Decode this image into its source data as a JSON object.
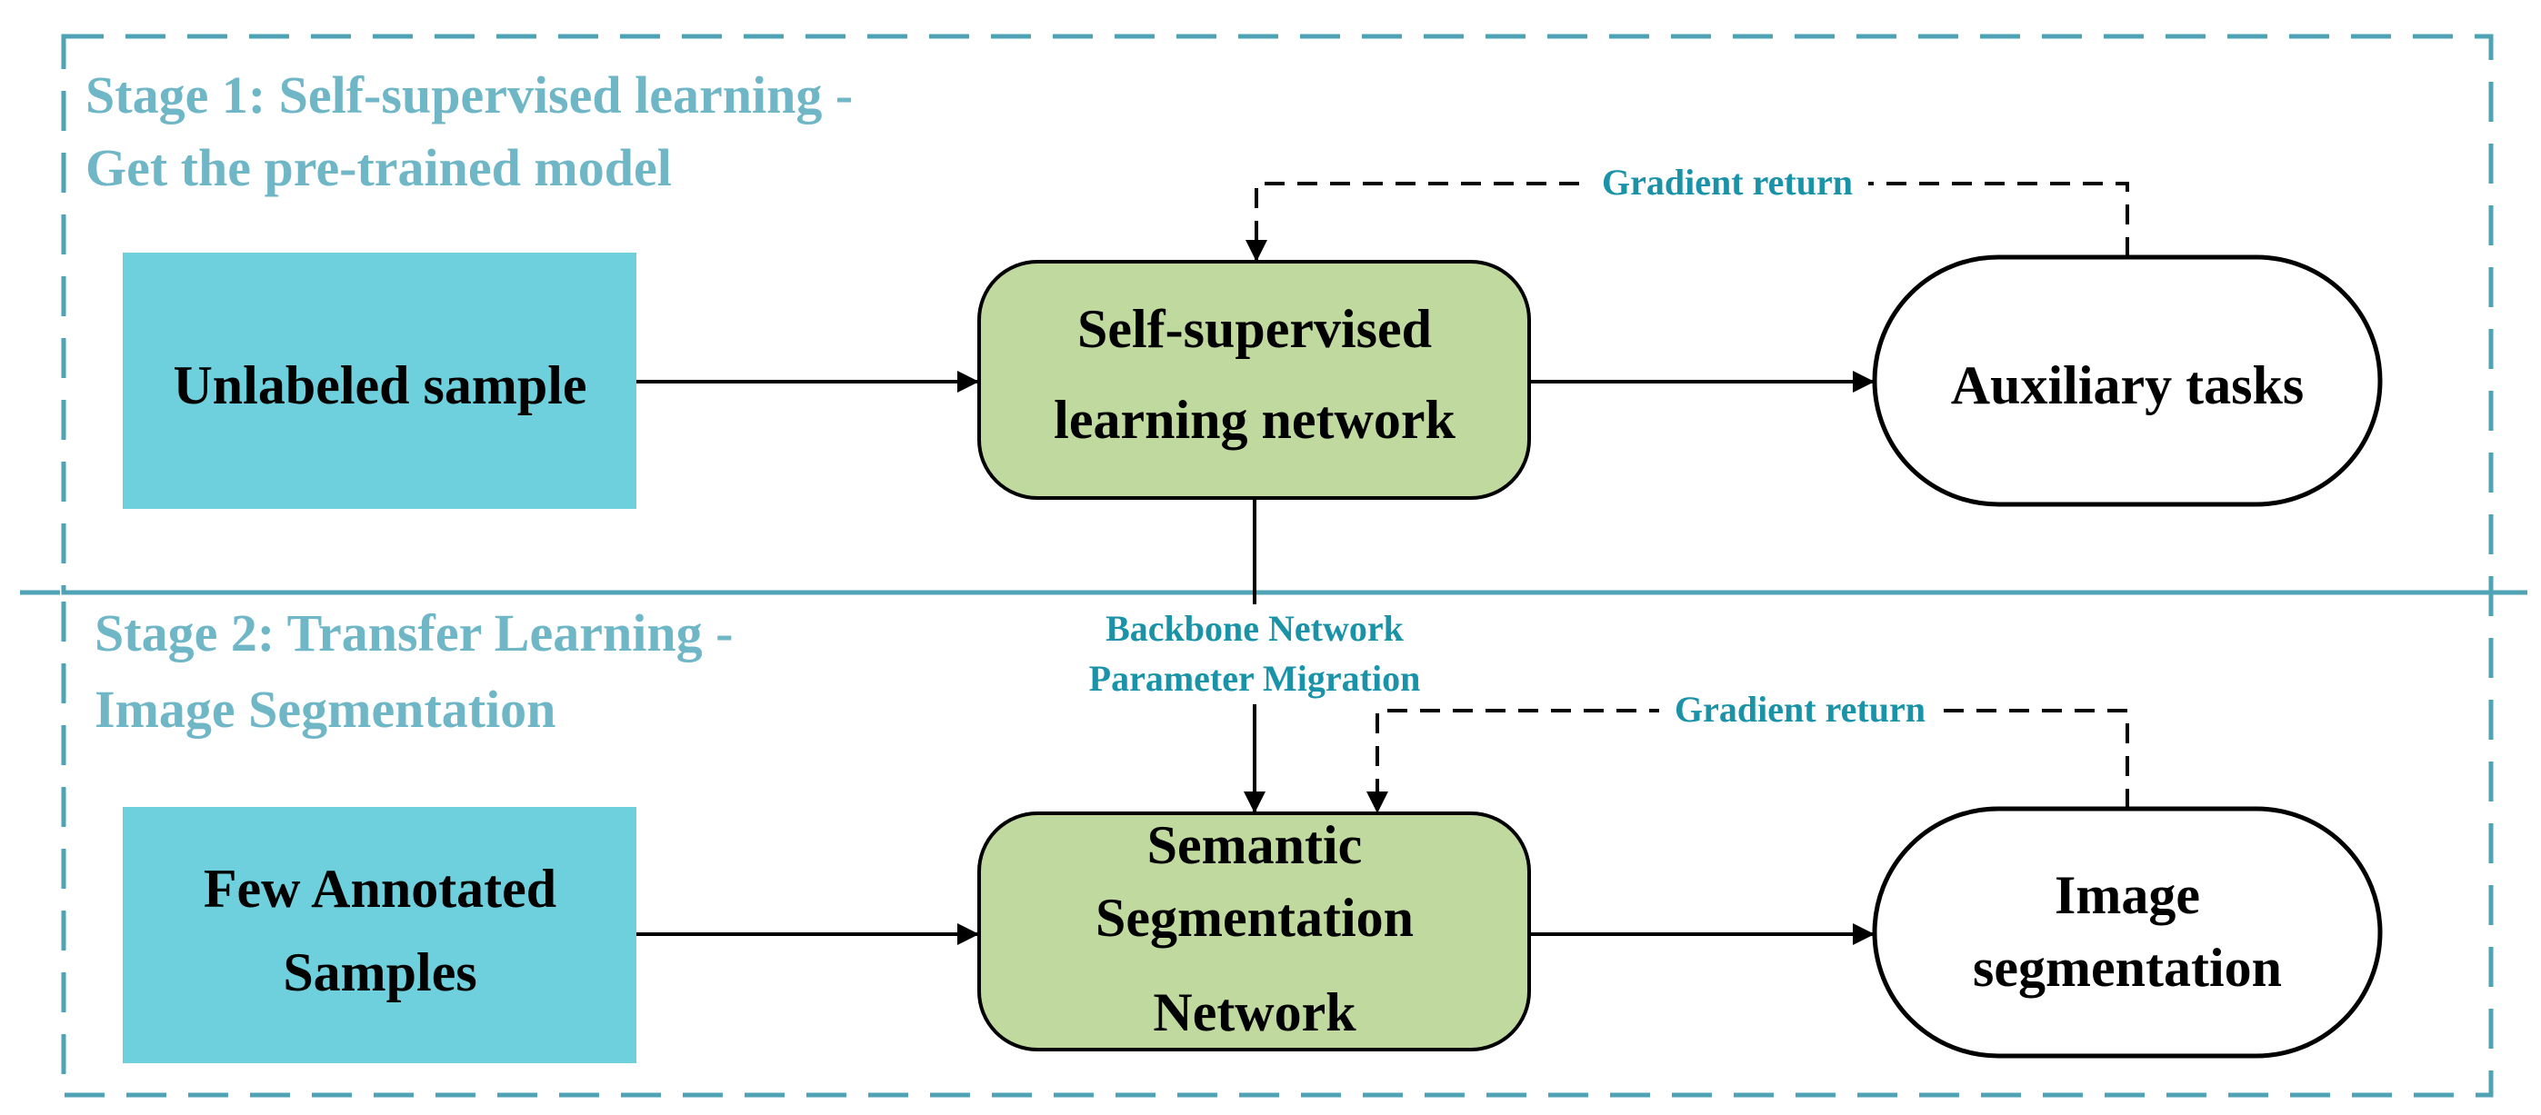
{
  "stage1": {
    "title_line1": "Stage 1: Self-supervised learning -",
    "title_line2": "Get the pre-trained model"
  },
  "stage2": {
    "title_line1": "Stage 2: Transfer Learning -",
    "title_line2": "Image Segmentation"
  },
  "nodes": {
    "unlabeled_sample": "Unlabeled sample",
    "ssl_network_line1": "Self-supervised",
    "ssl_network_line2": "learning network",
    "auxiliary_tasks": "Auxiliary tasks",
    "few_annotated_line1": "Few Annotated",
    "few_annotated_line2": "Samples",
    "semantic_seg_line1": "Semantic",
    "semantic_seg_line2": "Segmentation",
    "semantic_seg_line3": "Network",
    "image_seg_line1": "Image",
    "image_seg_line2": "segmentation"
  },
  "edges": {
    "gradient_return_top": "Gradient return",
    "gradient_return_bottom": "Gradient return",
    "migration_line1": "Backbone Network",
    "migration_line2": "Parameter Migration"
  },
  "colors": {
    "input_box": "#6fd0dd",
    "network_box": "#bfd99e",
    "stage_title": "#6fb7c6",
    "edge_label": "#1a93a8",
    "frame": "#4fa3b5"
  }
}
